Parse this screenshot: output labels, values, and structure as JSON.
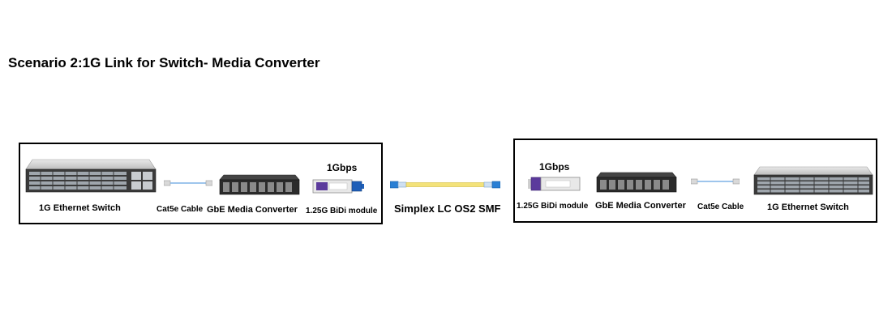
{
  "title": "Scenario 2:1G Link for Switch- Media Converter",
  "left_site": {
    "switch_label": "1G Ethernet Switch",
    "cable_label": "Cat5e Cable",
    "converter_label": "GbE Media Converter",
    "module_label": "1.25G BiDi module",
    "speed_label": "1Gbps"
  },
  "link": {
    "fiber_label": "Simplex LC OS2 SMF"
  },
  "right_site": {
    "speed_label": "1Gbps",
    "module_label": "1.25G BiDi module",
    "converter_label": "GbE Media Converter",
    "cable_label": "Cat5e Cable",
    "switch_label": "1G Ethernet Switch"
  },
  "colors": {
    "fiber_jacket": "#f3e27a",
    "lc_connector": "#2a7fd4",
    "patch_cable": "#7fb2e5",
    "device_body": "#2b2b2b",
    "module_accent": "#5b3a9c"
  },
  "icons": {
    "switch": "rack-switch-icon",
    "converter": "media-converter-chassis-icon",
    "module": "sfp-bidi-transceiver-icon",
    "cable": "patch-cable-icon",
    "fiber": "lc-fiber-patch-cord-icon"
  }
}
